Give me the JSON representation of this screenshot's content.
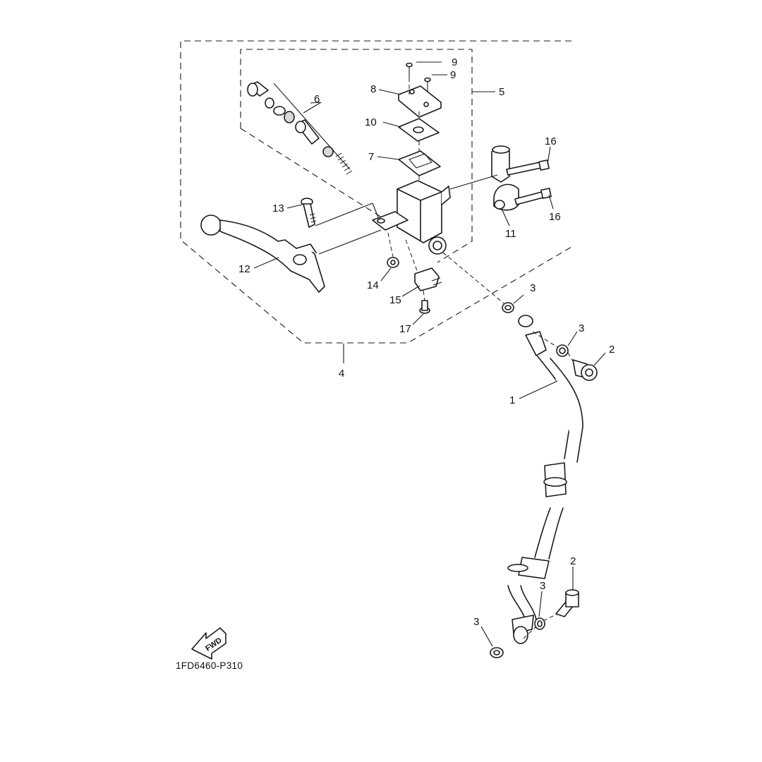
{
  "diagram": {
    "part_code": "1FD6460-P310",
    "fwd_label": "FWD",
    "callouts": {
      "c1": "1",
      "c2a": "2",
      "c2b": "2",
      "c3a": "3",
      "c3b": "3",
      "c3c": "3",
      "c3d": "3",
      "c4": "4",
      "c5": "5",
      "c6": "6",
      "c7": "7",
      "c8": "8",
      "c9a": "9",
      "c9b": "9",
      "c10": "10",
      "c11": "11",
      "c12": "12",
      "c13": "13",
      "c14": "14",
      "c15": "15",
      "c16a": "16",
      "c16b": "16",
      "c17": "17"
    }
  }
}
